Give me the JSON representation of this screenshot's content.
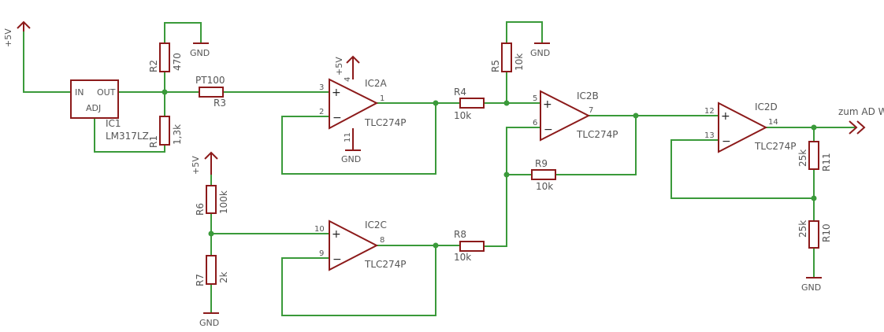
{
  "supply": {
    "left": "+5V",
    "ic2a": "+5V",
    "r6": "+5V"
  },
  "gnd": {
    "r2": "GND",
    "r5": "GND",
    "ic2a": "GND",
    "r7": "GND",
    "r10": "GND"
  },
  "ic1": {
    "name": "IC1",
    "part": "LM317LZ",
    "in": "IN",
    "out": "OUT",
    "adj": "ADJ"
  },
  "r1": {
    "name": "R1",
    "value": "1,3k"
  },
  "r2": {
    "name": "R2",
    "value": "470"
  },
  "r3": {
    "name": "R3",
    "value": "PT100"
  },
  "r4": {
    "name": "R4",
    "value": "10k"
  },
  "r5": {
    "name": "R5",
    "value": "10k"
  },
  "r6": {
    "name": "R6",
    "value": "100k"
  },
  "r7": {
    "name": "R7",
    "value": "2k"
  },
  "r8": {
    "name": "R8",
    "value": "10k"
  },
  "r9": {
    "name": "R9",
    "value": "10k"
  },
  "r10": {
    "name": "R10",
    "value": "25k"
  },
  "r11": {
    "name": "R11",
    "value": "25k"
  },
  "ic2a": {
    "name": "IC2A",
    "part": "TLC274P",
    "pin_in_plus": "3",
    "pin_in_minus": "2",
    "pin_out": "1",
    "pin_vcc": "4",
    "pin_gnd": "11"
  },
  "ic2b": {
    "name": "IC2B",
    "part": "TLC274P",
    "pin_in_plus": "5",
    "pin_in_minus": "6",
    "pin_out": "7"
  },
  "ic2c": {
    "name": "IC2C",
    "part": "TLC274P",
    "pin_in_plus": "10",
    "pin_in_minus": "9",
    "pin_out": "8"
  },
  "ic2d": {
    "name": "IC2D",
    "part": "TLC274P",
    "pin_in_plus": "12",
    "pin_in_minus": "13",
    "pin_out": "14"
  },
  "output": {
    "label": "zum AD Wandler"
  },
  "colors": {
    "wire": "#3a9a3a",
    "part": "#8c1a1a",
    "text": "#555555"
  }
}
